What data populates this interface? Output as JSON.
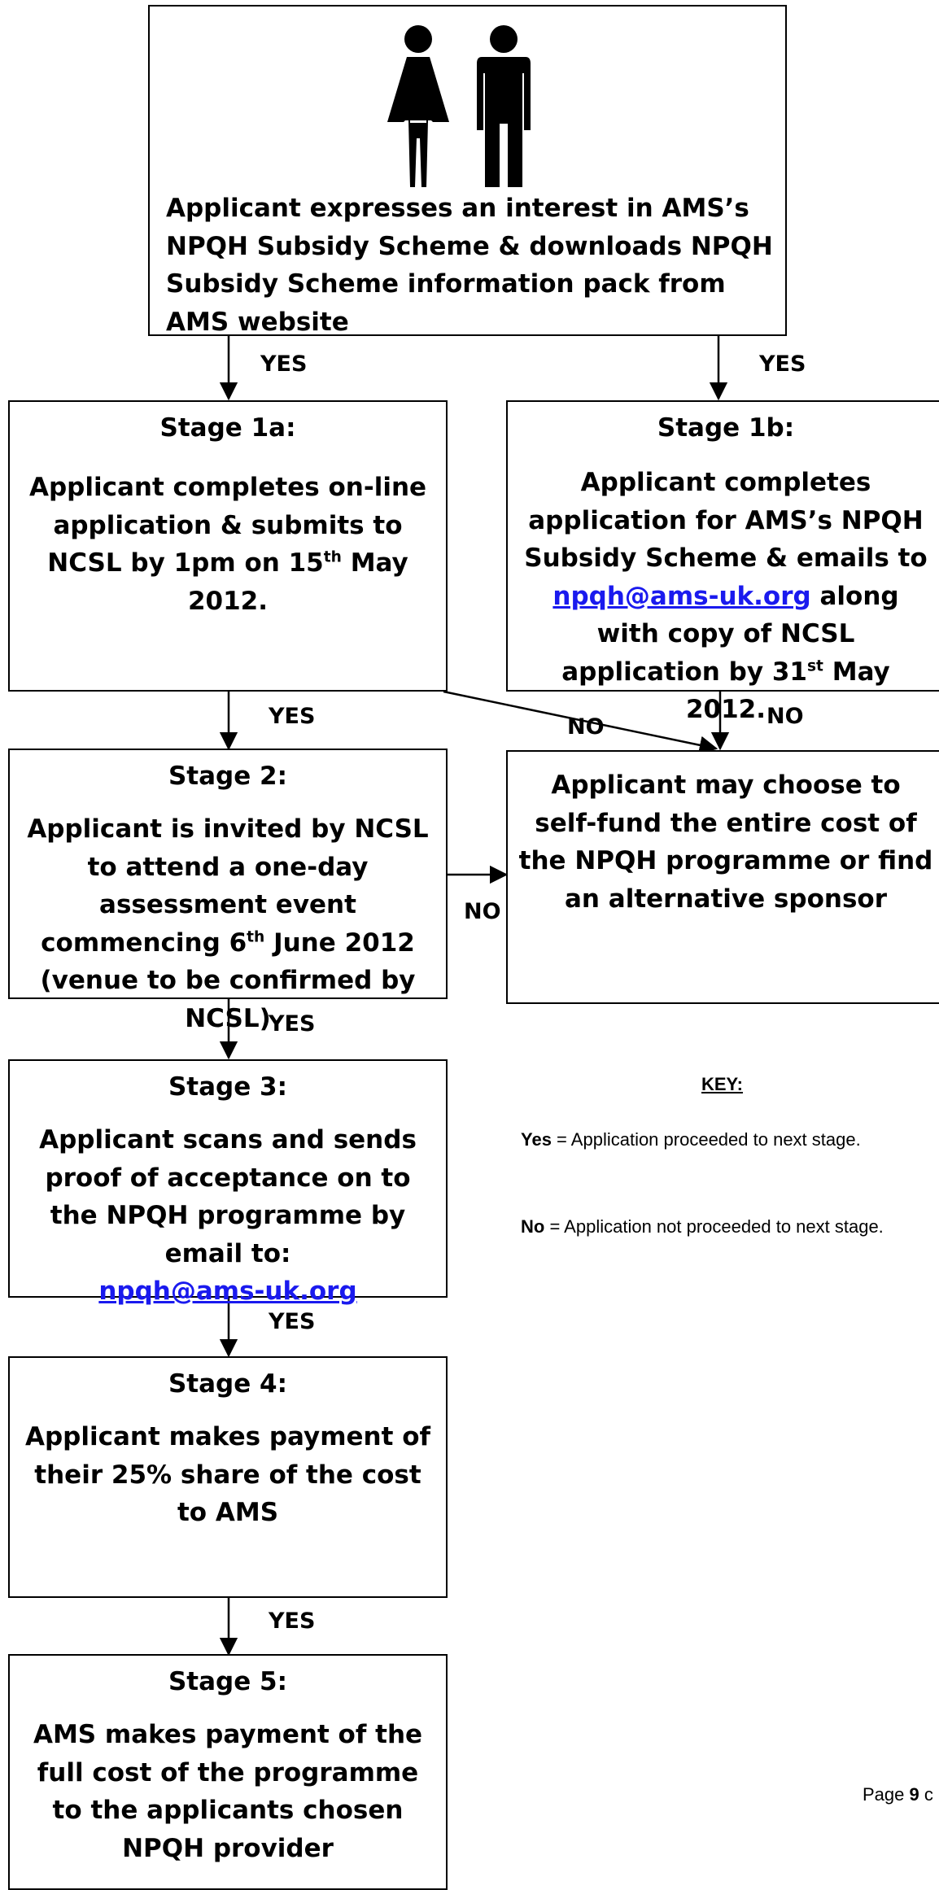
{
  "start": {
    "text": "Applicant expresses an interest in AMS’s NPQH Subsidy Scheme & downloads NPQH Subsidy Scheme information pack from AMS website",
    "icons": [
      "woman-icon",
      "man-icon"
    ]
  },
  "stage1a": {
    "title": "Stage 1a:",
    "text_before": "Applicant completes on-line application & submits to NCSL by 1pm on 15",
    "sup": "th",
    "text_after": " May 2012."
  },
  "stage1b": {
    "title": "Stage 1b:",
    "text_before": "Applicant completes application for AMS’s NPQH Subsidy Scheme & emails to ",
    "email": "npqh@ams-uk.org",
    "text_middle": " along with copy of NCSL application by 31",
    "sup": "st",
    "text_after": " May 2012."
  },
  "stage2": {
    "title": "Stage 2:",
    "text_before": "Applicant is invited by NCSL to attend a one-day assessment event commencing 6",
    "sup": "th",
    "text_after": " June 2012 (venue to be confirmed by NCSL)"
  },
  "selffund": {
    "text": "Applicant may choose to self-fund the entire cost of the NPQH programme or find an alternative sponsor"
  },
  "stage3": {
    "title": "Stage 3:",
    "text": "Applicant scans and sends proof of acceptance on to the NPQH programme by email to:",
    "email": "npqh@ams-uk.org"
  },
  "stage4": {
    "title": "Stage 4:",
    "text": "Applicant makes payment of their 25% share of the cost to AMS"
  },
  "stage5": {
    "title": "Stage 5:",
    "text": "AMS makes payment of the full cost of the programme to the applicants chosen NPQH provider"
  },
  "labels": {
    "yes": "YES",
    "no": "NO"
  },
  "key": {
    "title": "KEY:",
    "yes_term": "Yes",
    "yes_desc": " = Application proceeded to next stage.",
    "no_term": "No",
    "no_desc": " = Application not proceeded to next stage."
  },
  "footer": {
    "prefix": "Page ",
    "number": "9",
    "suffix": " c"
  }
}
